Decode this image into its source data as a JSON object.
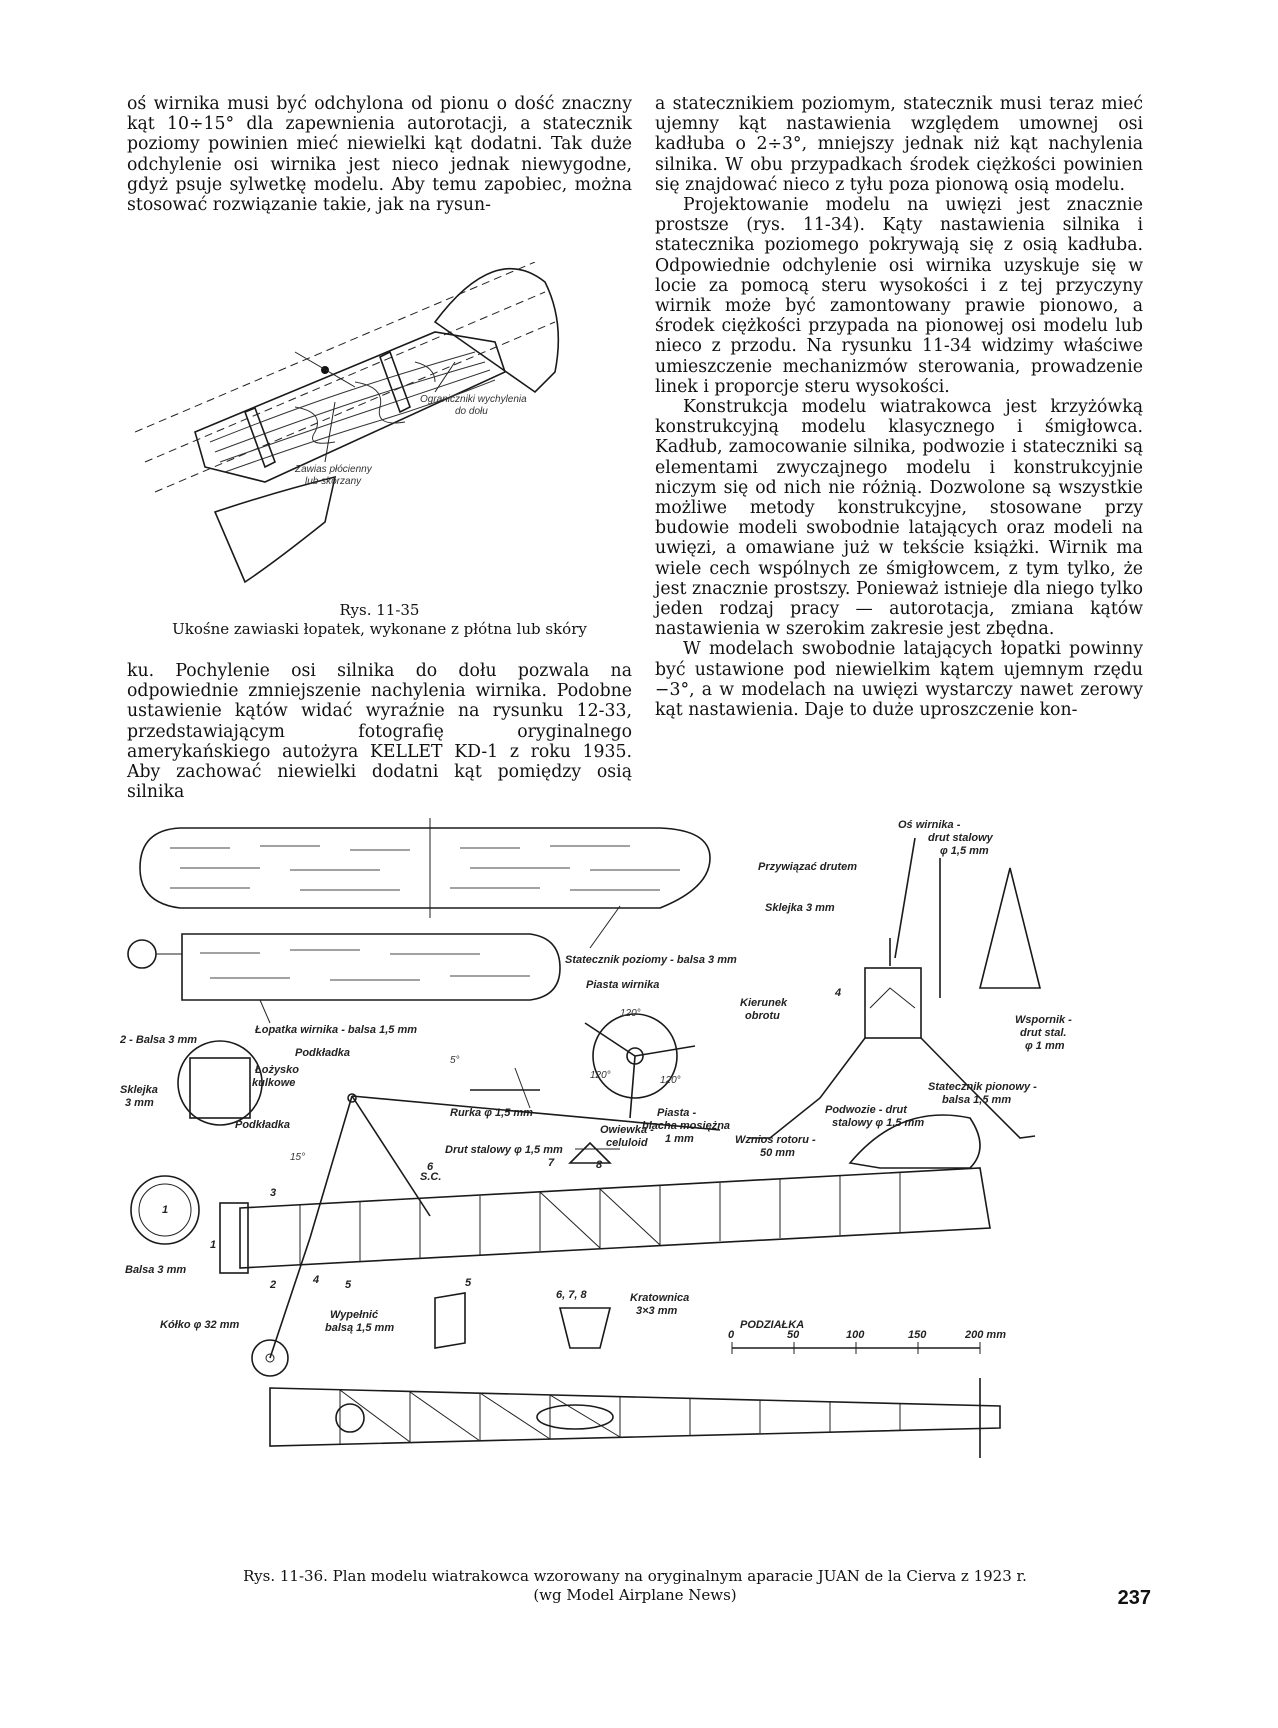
{
  "left_top_text": "oś wirnika musi być odchylona od pionu o dość znaczny kąt 10÷15° dla zapewnienia autorotacji, a statecznik poziomy powinien mieć niewielki kąt dodatni. Tak duże odchylenie osi wirnika jest nieco jednak niewygodne, gdyż psuje sylwetkę modelu. Aby temu zapobiec, można stosować rozwiązanie takie, jak na rysun-",
  "left_bottom_text": "ku. Pochylenie osi silnika do dołu pozwala na odpowiednie zmniejszenie nachylenia wirnika. Podobne ustawienie kątów widać wyraźnie na rysunku 12-33, przedstawiającym fotografię oryginalnego amerykańskiego autożyra KELLET KD-1 z roku 1935. Aby zachować niewielki dodatni kąt pomiędzy osią silnika",
  "right_paragraphs": [
    "a statecznikiem poziomym, statecznik musi teraz mieć ujemny kąt nastawienia względem umownej osi kadłuba o 2÷3°, mniejszy jednak niż kąt nachylenia silnika. W obu przypadkach środek ciężkości powinien się znajdować nieco z tyłu poza pionową osią modelu.",
    "Projektowanie modelu na uwięzi jest znacznie prostsze (rys. 11-34). Kąty nastawienia silnika i statecznika poziomego pokrywają się z osią kadłuba. Odpowiednie odchylenie osi wirnika uzyskuje się w locie za pomocą steru wysokości i z tej przyczyny wirnik może być zamontowany prawie pionowo, a środek ciężkości przypada na pionowej osi modelu lub nieco z przodu. Na rysunku 11-34 widzimy właściwe umieszczenie mechanizmów sterowania, prowadzenie linek i proporcje steru wysokości.",
    "Konstrukcja modelu wiatrakowca jest krzyżówką konstrukcyjną modelu klasycznego i śmigłowca. Kadłub, zamocowanie silnika, podwozie i stateczniki są elementami zwyczajnego modelu i konstrukcyjnie niczym się od nich nie różnią. Dozwolone są wszystkie możliwe metody konstrukcyjne, stosowane przy budowie modeli swobodnie latających oraz modeli na uwięzi, a omawiane już w tekście książki. Wirnik ma wiele cech wspólnych ze śmigłowcem, z tym tylko, że jest znacznie prostszy. Ponieważ istnieje dla niego tylko jeden rodzaj pracy — autorotacja, zmiana kątów nastawienia w szerokim zakresie jest zbędna.",
    "W modelach swobodnie latających łopatki powinny być ustawione pod niewielkim kątem ujemnym rzędu −3°, a w modelach na uwięzi wystarczy nawet zerowy kąt nastawienia. Daje to duże uproszczenie kon-"
  ],
  "fig1": {
    "caption_title": "Rys. 11-35",
    "caption_text": "Ukośne zawiaski łopatek, wykonane z płótna lub skóry",
    "label_limiter_1": "Ograniczniki wychylenia",
    "label_limiter_2": "do dołu",
    "label_hinge_1": "Zawias płócienny",
    "label_hinge_2": "lub skórzany"
  },
  "fig2": {
    "caption_1": "Rys. 11-36. Plan modelu wiatrakowca wzorowany na oryginalnym aparacie JUAN de la Cierva z 1923 r.",
    "caption_2": "(wg Model Airplane News)",
    "labels": {
      "stab_h": "Statecznik poziomy - balsa 3 mm",
      "blade": "Łopatka wirnika - balsa 1,5 mm",
      "hub": "Piasta wirnika",
      "rotor_axis_1": "Oś wirnika -",
      "rotor_axis_2": "drut stalowy",
      "rotor_axis_3": "φ 1,5 mm",
      "tie_wire": "Przywiązać drutem",
      "plywood3": "Sklejka 3 mm",
      "direction_1": "Kierunek",
      "direction_2": "obrotu",
      "balsa3_a": "2 - Balsa 3 mm",
      "plywood_a": "Sklejka",
      "plywood_b": "3 mm",
      "washer": "Podkładka",
      "bearing_1": "Łożysko",
      "bearing_2": "kulkowe",
      "washer2": "Podkładka",
      "tube": "Rurka φ 1,5 mm",
      "steel_wire": "Drut stalowy φ 1,5 mm",
      "hub2_1": "Piasta -",
      "hub2_2": "blacha mosiężna",
      "hub2_3": "1 mm",
      "gear_1": "Podwozie - drut",
      "gear_2": "stalowy φ 1,5 mm",
      "support_1": "Wspornik -",
      "support_2": "drut stal.",
      "support_3": "φ 1 mm",
      "stab_v_1": "Statecznik pionowy -",
      "stab_v_2": "balsa 1,5 mm",
      "canopy_1": "Owiewka -",
      "canopy_2": "celuloid",
      "rise_1": "Wznios rotoru -",
      "rise_2": "50 mm",
      "sc": "S.C.",
      "balsa3_b": "Balsa 3 mm",
      "fill_1": "Wypełnić",
      "fill_2": "balsą 1,5 mm",
      "wheel": "Kółko φ 32 mm",
      "truss_1": "Kratownica",
      "truss_2": "3×3 mm",
      "scale_title": "PODZIAŁKA",
      "deg15": "15°",
      "deg120_a": "120°",
      "deg120_b": "120°",
      "deg120_c": "120°",
      "n1": "1",
      "n2": "2",
      "n3": "3",
      "n4": "4",
      "n5": "5",
      "n6": "6",
      "n7": "7",
      "n8": "8",
      "n4b": "4",
      "n5b": "5",
      "n678": "6, 7, 8",
      "ring1": "1"
    },
    "scale_ticks": [
      "0",
      "50",
      "100",
      "150",
      "200 mm"
    ]
  },
  "page_number": "237"
}
